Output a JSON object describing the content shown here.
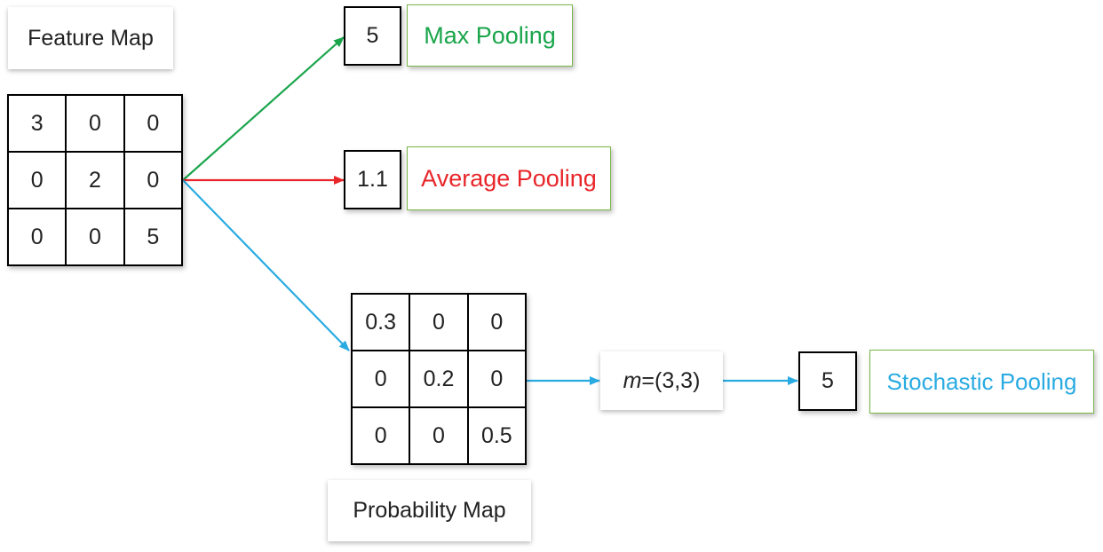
{
  "feature_map": {
    "title": "Feature Map",
    "cells": [
      "3",
      "0",
      "0",
      "0",
      "2",
      "0",
      "0",
      "0",
      "5"
    ]
  },
  "probability_map": {
    "title": "Probability Map",
    "cells": [
      "0.3",
      "0",
      "0",
      "0",
      "0.2",
      "0",
      "0",
      "0",
      "0.5"
    ]
  },
  "max_pooling": {
    "value": "5",
    "label": "Max Pooling",
    "color": "#1aa54b"
  },
  "average_pooling": {
    "value": "1.1",
    "label": "Average Pooling",
    "color": "#e8262a"
  },
  "stochastic_pooling": {
    "sample_var": "m",
    "sample_rest": "=(3,3)",
    "value": "5",
    "label": "Stochastic Pooling",
    "color": "#29abe2"
  },
  "colors": {
    "box_border": "#7ab648",
    "grid_line": "#000000"
  }
}
